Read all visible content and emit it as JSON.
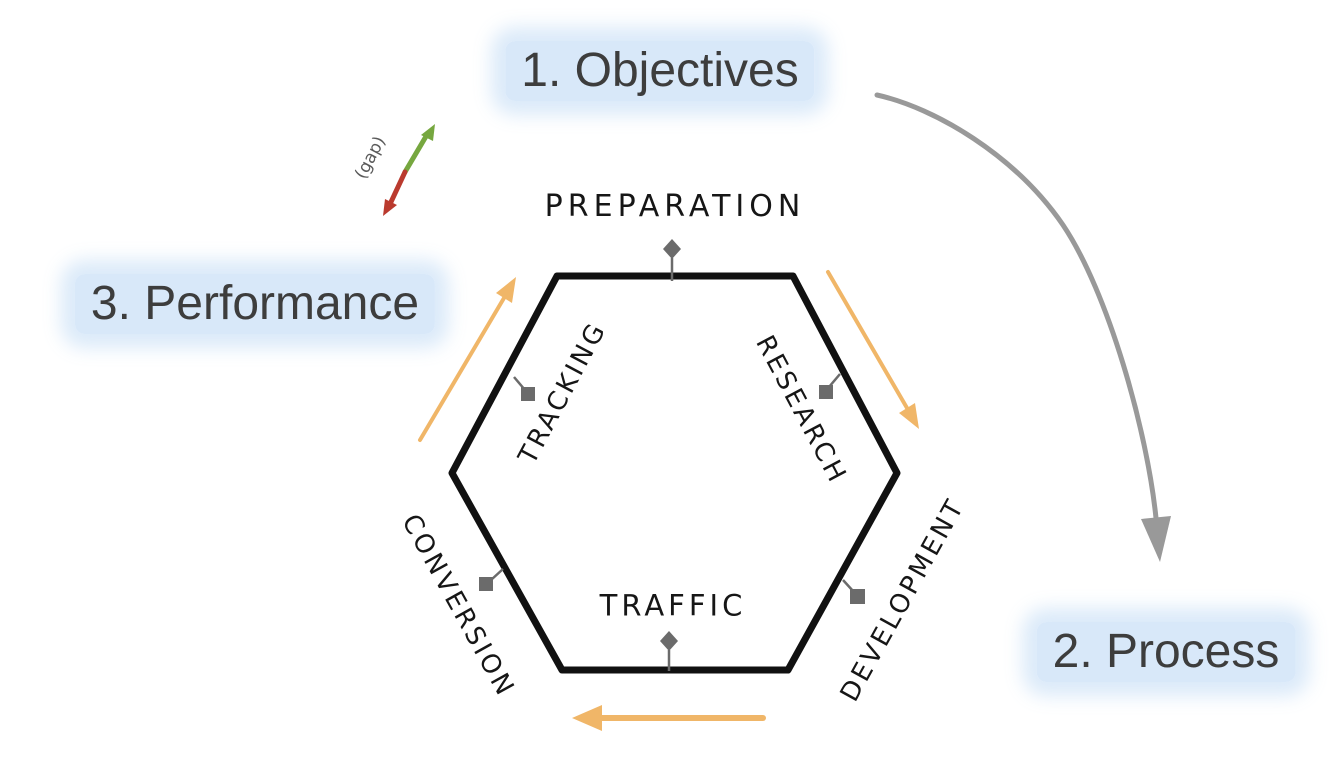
{
  "diagram": {
    "steps": [
      {
        "id": "objectives",
        "label": "1. Objectives"
      },
      {
        "id": "process",
        "label": "2. Process"
      },
      {
        "id": "performance",
        "label": "3. Performance"
      }
    ],
    "gap_label": "(gap)",
    "cycle": [
      {
        "id": "preparation",
        "label": "PREPARATION"
      },
      {
        "id": "research",
        "label": "RESEARCH"
      },
      {
        "id": "development",
        "label": "DEVELOPMENT"
      },
      {
        "id": "traffic",
        "label": "TRAFFIC"
      },
      {
        "id": "conversion",
        "label": "CONVERSION"
      },
      {
        "id": "tracking",
        "label": "TRACKING"
      }
    ],
    "colors": {
      "highlight_blue": "#d5e6f8",
      "step_text": "#3d3d3d",
      "cycle_arrow_orange": "#f0b668",
      "flow_arrow_gray": "#999999",
      "gap_arrow_green": "#76a73f",
      "gap_arrow_red": "#ba3a2e",
      "hexagon_stroke": "#111111",
      "pin_gray": "#6b6b6b"
    }
  }
}
